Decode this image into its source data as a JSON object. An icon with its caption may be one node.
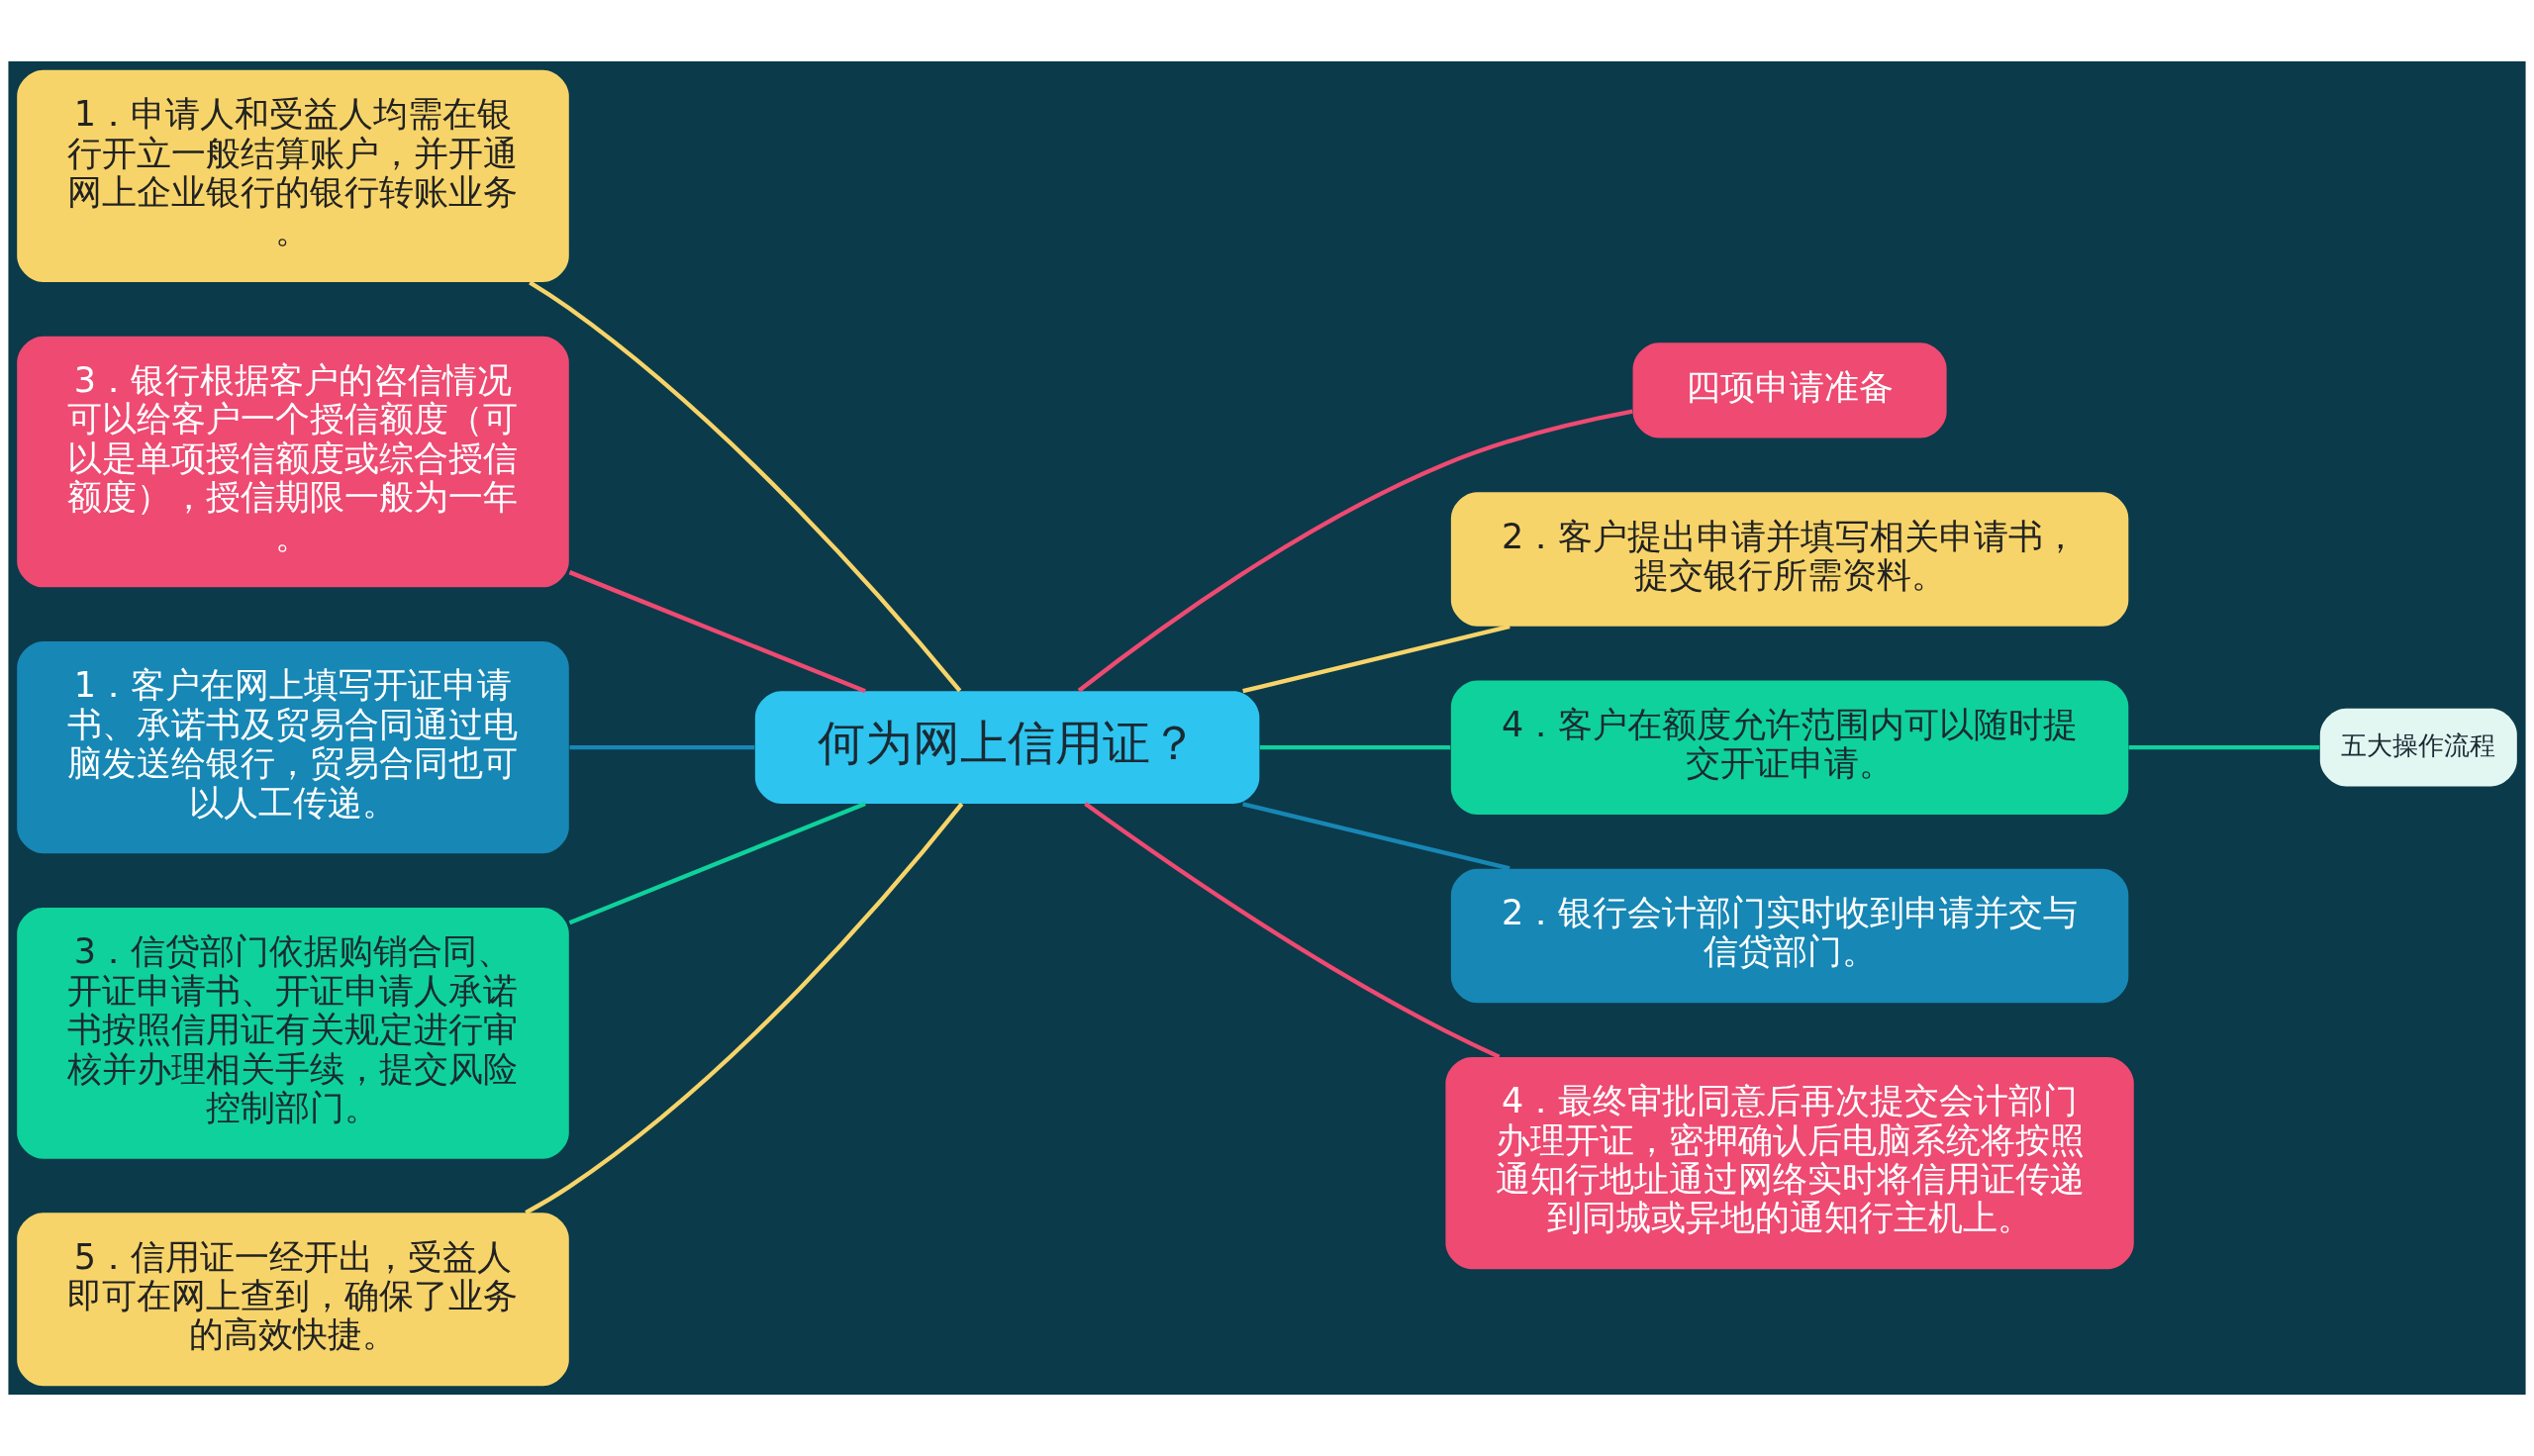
{
  "diagram": {
    "nodes": [
      {
        "text": [
          "何为网上信用证？"
        ]
      },
      {
        "text": [
          "1．申请人和受益人均需在银行开立一般结算账户，并开通网上企业银行的银行转账业务。"
        ]
      },
      {
        "text": [
          "3．银行根据客户的咨信情况可以给客户一个授信额度（可以是单项授信额度或综合授信额度），授信期限一般为一年。"
        ]
      },
      {
        "text": [
          "1．客户在网上填写开证申请书、承诺书及贸易合同通过电脑发送给银行，贸易合同也可以人工传递。"
        ]
      },
      {
        "text": [
          "3．信贷部门依据购销合同、开证申请书、开证申请人承诺书按照信用证有关规定进行审核并办理相关手续，提交风险控制部门。"
        ]
      },
      {
        "text": [
          "5．信用证一经开出，受益人即可在网上查到，确保了业务的高效快捷。"
        ]
      },
      {
        "text": [
          "四项申请准备"
        ]
      },
      {
        "text": [
          "2．客户提出申请并填写相关申请书，提交银行所需资料。"
        ]
      },
      {
        "text": [
          "4．客户在额度允许范围内可以随时提交开证申请。"
        ]
      },
      {
        "text": [
          "2．银行会计部门实时收到申请并交与信贷部门。"
        ]
      },
      {
        "text": [
          "4．最终审批同意后再次提交会计部门办理开证，密押确认后电脑系统将按照通知行地址通过网络实时将信用证传递到同城或异地的通知行主机上。"
        ]
      },
      {
        "text": [
          "五大操作流程"
        ]
      }
    ],
    "edges": [
      {
        "from": 0,
        "to": 1,
        "arrow": "none",
        "color": "#f7d469"
      },
      {
        "from": 0,
        "to": 2,
        "arrow": "none",
        "color": "#ee4a72"
      },
      {
        "from": 0,
        "to": 3,
        "arrow": "none",
        "color": "#1787b5"
      },
      {
        "from": 0,
        "to": 4,
        "arrow": "none",
        "color": "#0fd19b"
      },
      {
        "from": 0,
        "to": 5,
        "arrow": "none",
        "color": "#f7d469"
      },
      {
        "from": 0,
        "to": 6,
        "arrow": "none",
        "color": "#ee4a72"
      },
      {
        "from": 0,
        "to": 7,
        "arrow": "none",
        "color": "#f7d469"
      },
      {
        "from": 0,
        "to": 8,
        "arrow": "none",
        "color": "#0fd19b"
      },
      {
        "from": 0,
        "to": 9,
        "arrow": "none",
        "color": "#1787b5"
      },
      {
        "from": 0,
        "to": 10,
        "arrow": "none",
        "color": "#ee4a72"
      },
      {
        "from": 8,
        "to": 11,
        "arrow": "none",
        "color": "#0fd19b"
      }
    ]
  }
}
